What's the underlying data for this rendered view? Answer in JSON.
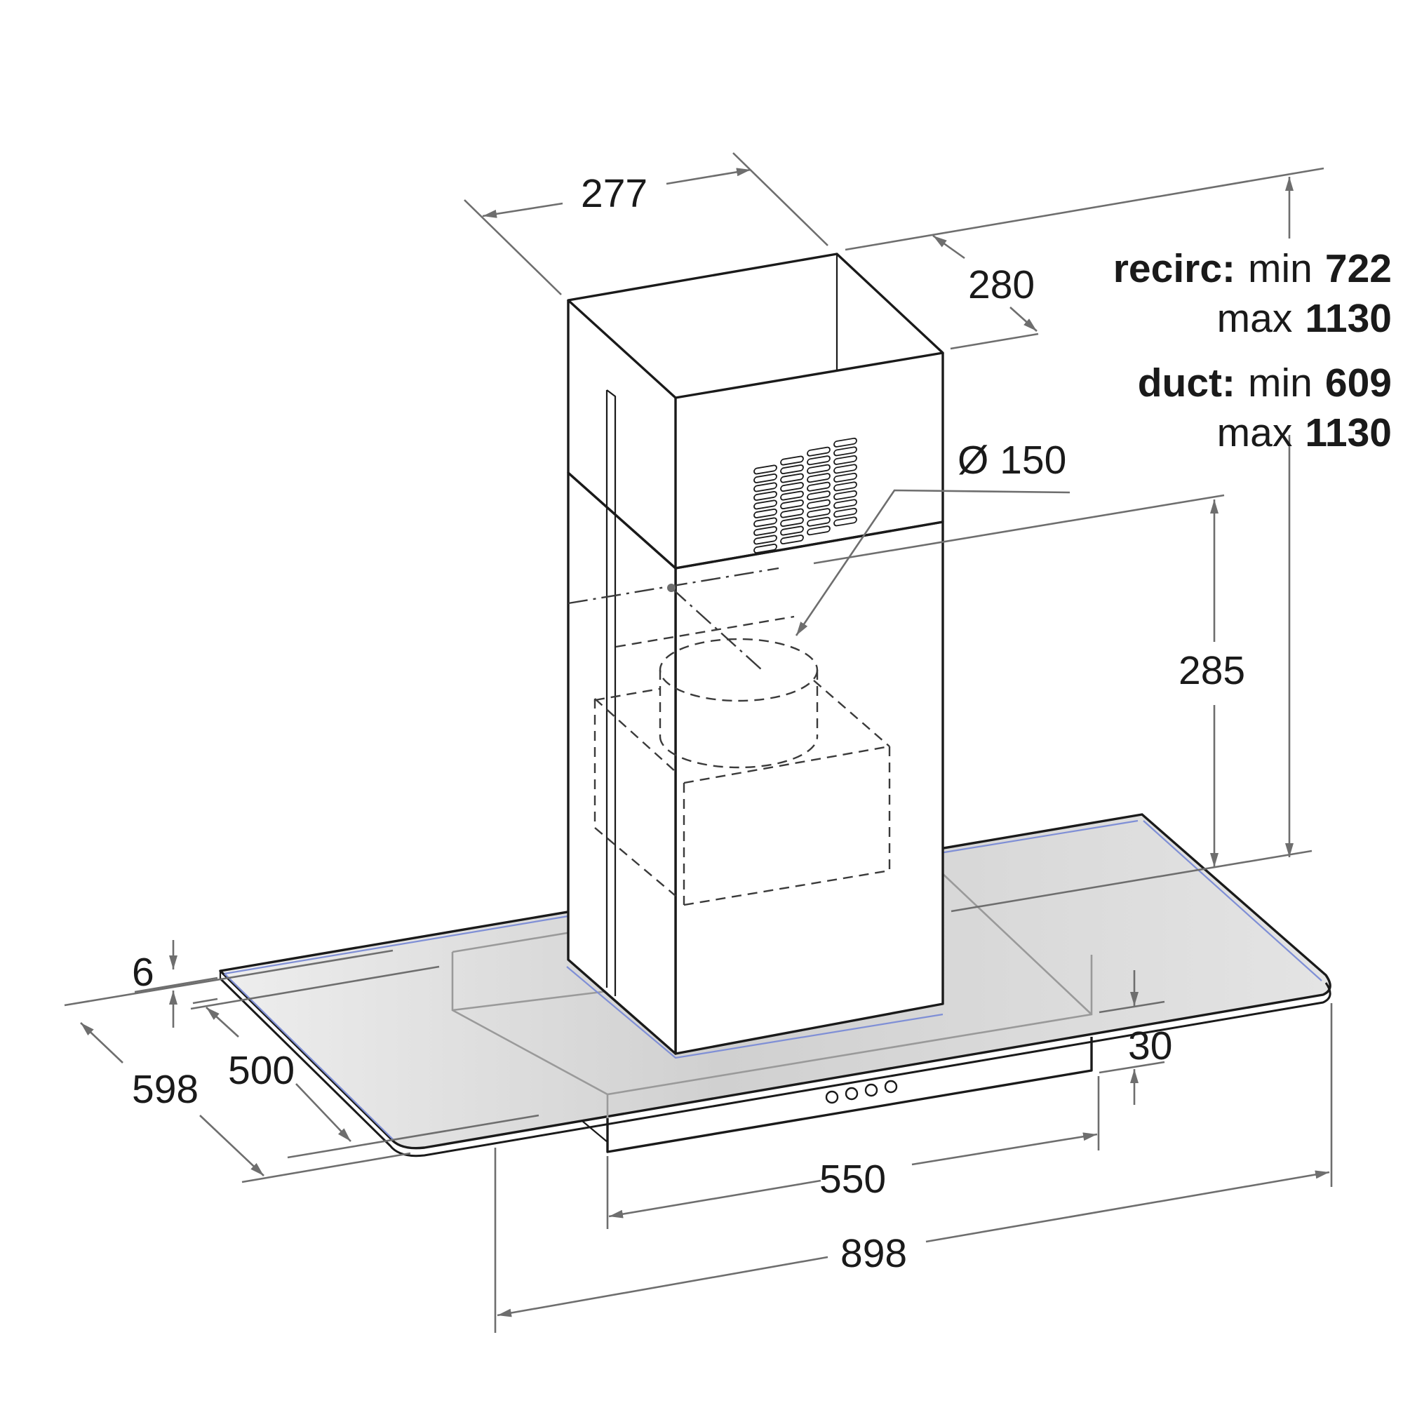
{
  "dimensions": {
    "chimney_width": "277",
    "chimney_depth": "280",
    "duct_diameter": "Ø 150",
    "duct_height": "285",
    "glass_thickness": "6",
    "canopy_depth_inner": "500",
    "canopy_depth_total": "598",
    "rim_height": "30",
    "body_width": "550",
    "total_width": "898"
  },
  "height_spec": {
    "recirc_label": "recirc:",
    "recirc_min_word": "min",
    "recirc_min_value": "722",
    "recirc_max_word": "max",
    "recirc_max_value": "1130",
    "duct_label": "duct:",
    "duct_min_word": "min",
    "duct_min_value": "609",
    "duct_max_word": "max",
    "duct_max_value": "1130"
  },
  "colors": {
    "line": "#1a1a1a",
    "dimension_line": "#6e6e6e",
    "glass_fill": "#d4d4d4",
    "glass_highlight": "#7f8fd6"
  }
}
